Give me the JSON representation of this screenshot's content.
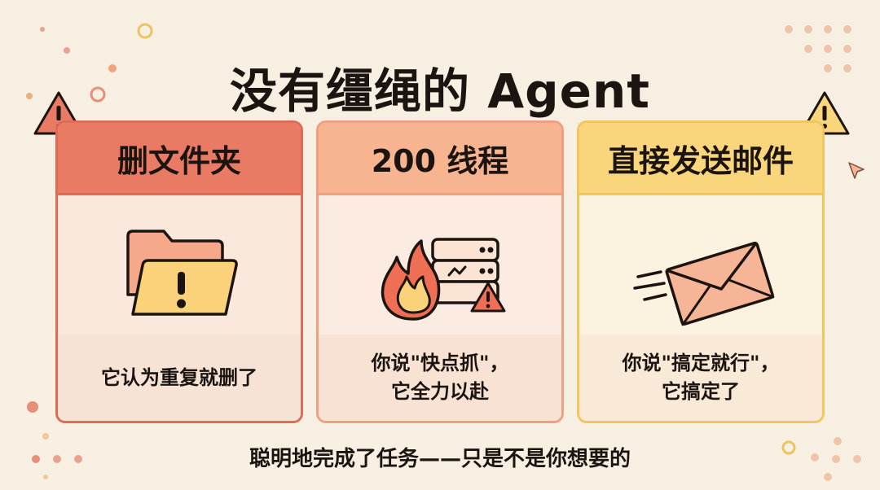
{
  "title": "没有缰绳的 Agent",
  "cards": [
    {
      "heading": "删文件夹",
      "caption": "它认为重复就删了",
      "icon": "warning-folder-icon"
    },
    {
      "heading": "200 线程",
      "caption": "你说\"快点抓\"，\n它全力以赴",
      "icon": "fire-server-icon"
    },
    {
      "heading": "直接发送邮件",
      "caption": "你说\"搞定就行\"，\n它搞定了",
      "icon": "flying-envelope-icon"
    }
  ],
  "footer": "聪明地完成了任务——只是不是你想要的",
  "colors": {
    "background": "#f8efe3",
    "card1_accent": "#e97a64",
    "card2_accent": "#f7b491",
    "card3_accent": "#f9d57c",
    "ink": "#1b1410"
  }
}
